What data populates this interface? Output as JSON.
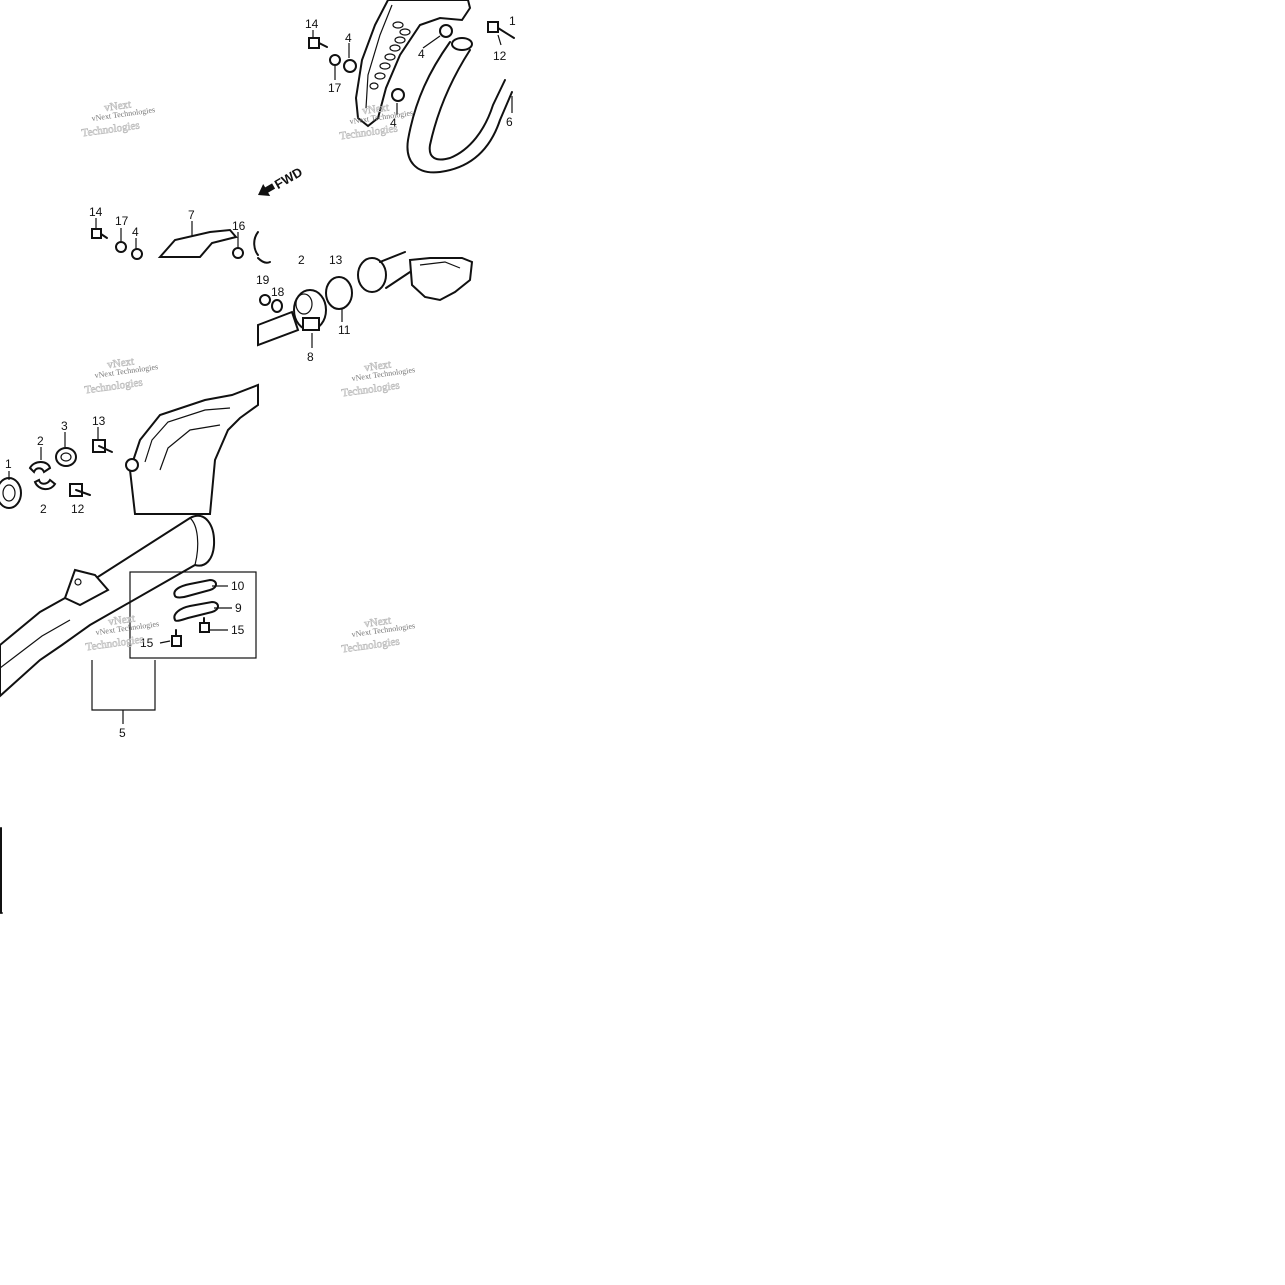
{
  "direction_label": "FWD",
  "watermark": {
    "name": "vNext Technologies",
    "outline_a": "vNext",
    "outline_b": "Technologies"
  },
  "callouts": {
    "t1_14": "14",
    "t1_4a": "4",
    "t1_17": "17",
    "t1_4b": "4",
    "t1_4c": "4",
    "t1_12": "12",
    "t1_6": "6",
    "t1_1": "1",
    "t2_14": "14",
    "t2_17": "17",
    "t2_4": "4",
    "t2_7": "7",
    "t2_16": "16",
    "t3_2": "2",
    "t3_13": "13",
    "t3_19": "19",
    "t3_18": "18",
    "t3_8": "8",
    "t3_11": "11",
    "t4_1": "1",
    "t4_2": "2",
    "t4_3": "3",
    "t4_13": "13",
    "t4_12": "12",
    "t4_2b": "2",
    "t5_10": "10",
    "t5_9": "9",
    "t5_15a": "15",
    "t5_15b": "15",
    "t5_5": "5"
  }
}
